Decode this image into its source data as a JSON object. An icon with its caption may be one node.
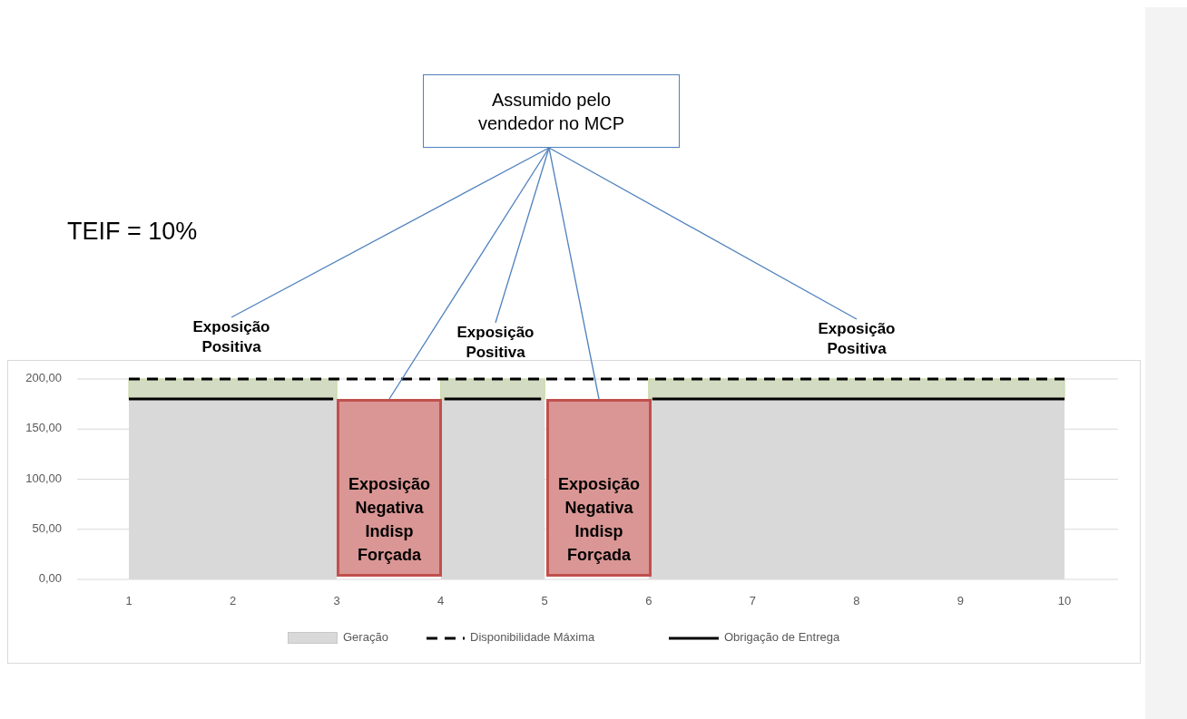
{
  "diagram": {
    "nodes": [
      {
        "text": [
          "Assumido pelo vendedor no MCP"
        ]
      },
      {
        "text": [
          "Exposição Positiva"
        ]
      },
      {
        "text": [
          "Exposição Negativa Indisp Forçada"
        ]
      },
      {
        "text": [
          "Exposição Positiva"
        ]
      },
      {
        "text": [
          "Exposição Negativa Indisp Forçada"
        ]
      },
      {
        "text": [
          "Exposição Positiva"
        ]
      }
    ],
    "edges": [
      {
        "from": 0,
        "to": 1,
        "arrow": "none"
      },
      {
        "from": 0,
        "to": 2,
        "arrow": "none"
      },
      {
        "from": 0,
        "to": 3,
        "arrow": "none"
      },
      {
        "from": 0,
        "to": 4,
        "arrow": "none"
      },
      {
        "from": 0,
        "to": 5,
        "arrow": "none"
      }
    ],
    "labels": [
      "TEIF = 10%",
      "200,00",
      "150,00",
      "100,00",
      "50,00",
      "0,00",
      "1",
      "2",
      "3",
      "4",
      "5",
      "6",
      "7",
      "8",
      "9",
      "10"
    ],
    "legend": [
      {
        "text": "Geração",
        "color": "#d9d9d9"
      },
      {
        "text": "Disponibilidade Máxima"
      },
      {
        "text": "Obrigação de Entrega"
      }
    ]
  }
}
